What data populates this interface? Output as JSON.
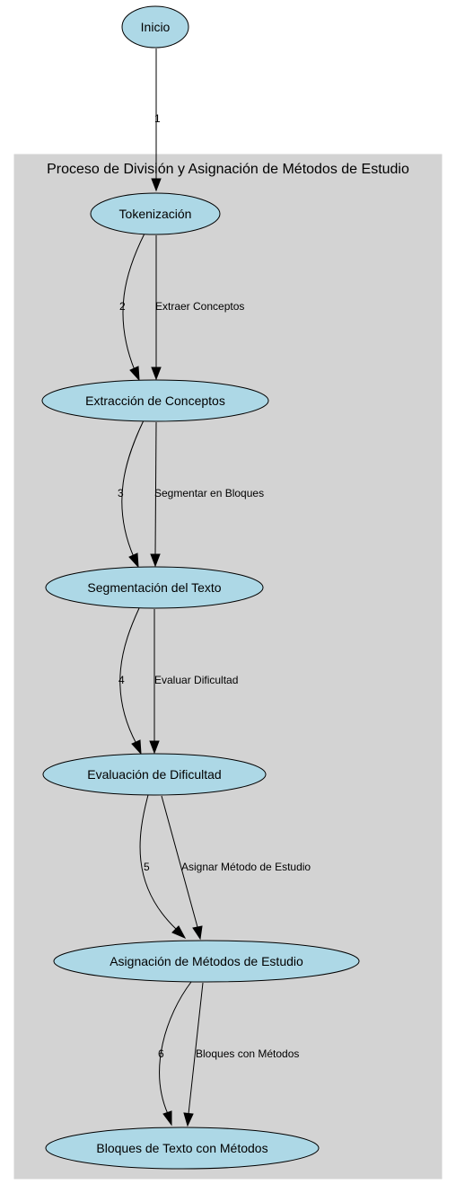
{
  "cluster": {
    "title": "Proceso de División y Asignación de Métodos de Estudio"
  },
  "nodes": {
    "inicio": "Inicio",
    "tokenizacion": "Tokenización",
    "extraccion": "Extracción de Conceptos",
    "segmentacion": "Segmentación del Texto",
    "evaluacion": "Evaluación de Dificultad",
    "asignacion": "Asignación de Métodos de Estudio",
    "bloques": "Bloques de Texto con Métodos"
  },
  "edges": {
    "e1": "1",
    "e2": "2",
    "e3": "3",
    "e4": "4",
    "e5": "5",
    "e6": "6",
    "extraer": "Extraer Conceptos",
    "segmentar": "Segmentar en Bloques",
    "evaluar": "Evaluar Dificultad",
    "asignar": "Asignar Método de Estudio",
    "bloquesMetodos": "Bloques con Métodos"
  },
  "colors": {
    "node_fill": "#add8e6",
    "cluster_fill": "#d3d3d3",
    "stroke": "#000000"
  }
}
